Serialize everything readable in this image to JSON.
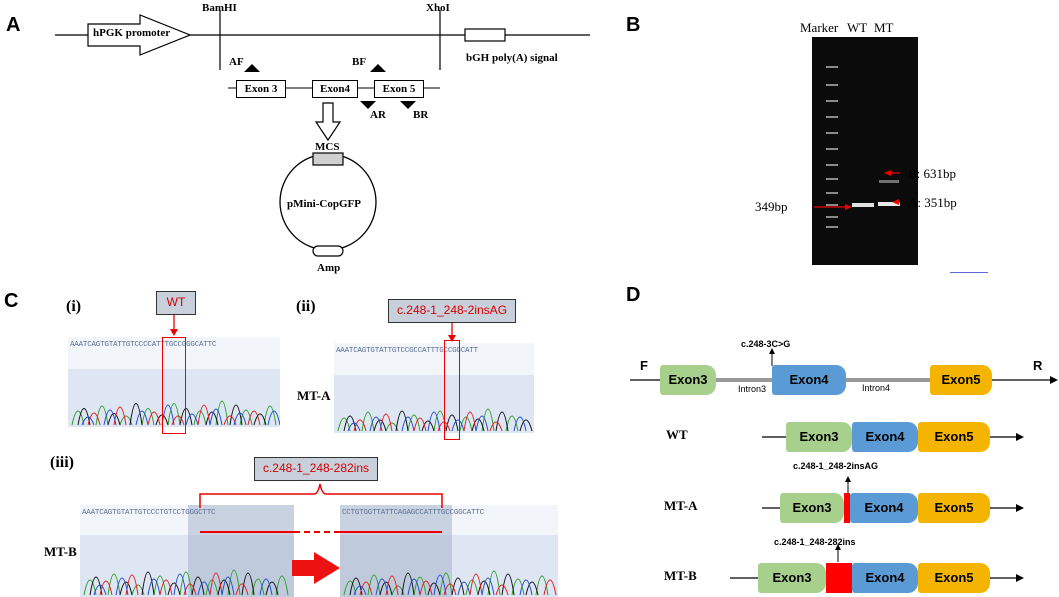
{
  "panels": {
    "a": "A",
    "b": "B",
    "c": "C",
    "d": "D"
  },
  "panelA": {
    "promoter": "hPGK  promoter",
    "bamhi": "BamHI",
    "xhoi": "XhoI",
    "polya": "bGH poly(A) signal",
    "af": "AF",
    "bf": "BF",
    "ar": "AR",
    "br": "BR",
    "exon3": "Exon 3",
    "exon4": "Exon4",
    "exon5": "Exon 5",
    "mcs": "MCS",
    "plasmid": "pMini-CopGFP",
    "amp": "Amp"
  },
  "panelB": {
    "marker": "Marker",
    "wt": "WT",
    "mt": "MT",
    "band_b": "B: 631bp",
    "band_a": "A: 351bp",
    "band_349": "349bp"
  },
  "panelC": {
    "i": "(i)",
    "ii": "(ii)",
    "iii": "(iii)",
    "wt_label": "WT",
    "insag_label": "c.248-1_248-2insAG",
    "ins_label": "c.248-1_248-282ins",
    "mta": "MT-A",
    "mtb": "MT-B",
    "seq_i": "AAATCAGTGTATTGTCCCCATTTGCCGGGCATTC",
    "seq_ii": "AAATCAGTGTATTGTCCGCCATTTGCCGGCATT",
    "seq_iii_left": "AAATCAGTGTATTGTCCCTGTCCTGGGCTTC",
    "seq_iii_right": "CCTGTGGTTATTCAGAGCCATTTGCCGGCATTC"
  },
  "panelD": {
    "f": "F",
    "r": "R",
    "exon3": "Exon3",
    "exon4": "Exon4",
    "exon5": "Exon5",
    "intron3": "Intron3",
    "intron4": "Intron4",
    "mut_top": "c.248-3C>G",
    "wt": "WT",
    "mta": "MT-A",
    "mtb": "MT-B",
    "mut_a": "c.248-1_248-2insAG",
    "mut_b": "c.248-1_248-282ins"
  },
  "colors": {
    "exon3": "#a8d08d",
    "exon4": "#5b9bd5",
    "exon5": "#f4b400",
    "insert": "#ff0000"
  }
}
